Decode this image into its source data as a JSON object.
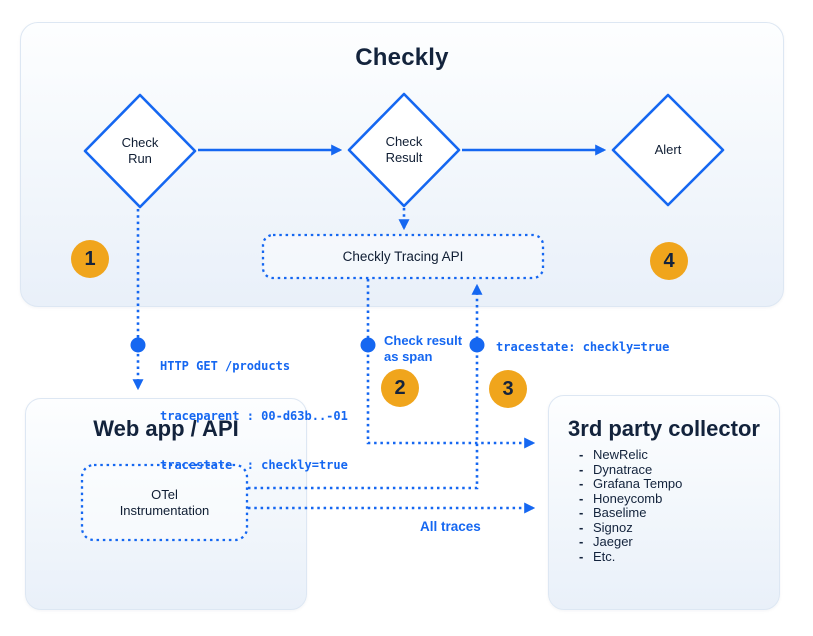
{
  "palette": {
    "blue": "#1567f1",
    "amber": "#f0a51c",
    "navy": "#13233c",
    "panel_border": "#dde7f3"
  },
  "checkly_panel": {
    "title": "Checkly",
    "nodes": {
      "check_run": "Check\nRun",
      "check_result": "Check\nResult",
      "alert": "Alert"
    },
    "tracing_api_label": "Checkly Tracing API"
  },
  "badges": [
    "1",
    "2",
    "3",
    "4"
  ],
  "labels": {
    "http_block": {
      "line1": "HTTP GET /products",
      "line2": "traceparent : 00-d63b..-01",
      "line3": "tracestate  : checkly=true"
    },
    "check_result_as_span": "Check result\nas span",
    "tracestate": "tracestate: checkly=true",
    "all_traces": "All traces"
  },
  "web_app": {
    "title": "Web app / API",
    "otel_label": "OTel\nInstrumentation"
  },
  "third_party": {
    "title": "3rd party collector",
    "bullet": "-",
    "items": [
      "NewRelic",
      "Dynatrace",
      "Grafana Tempo",
      "Honeycomb",
      "Baselime",
      "Signoz",
      "Jaeger",
      "Etc."
    ]
  }
}
